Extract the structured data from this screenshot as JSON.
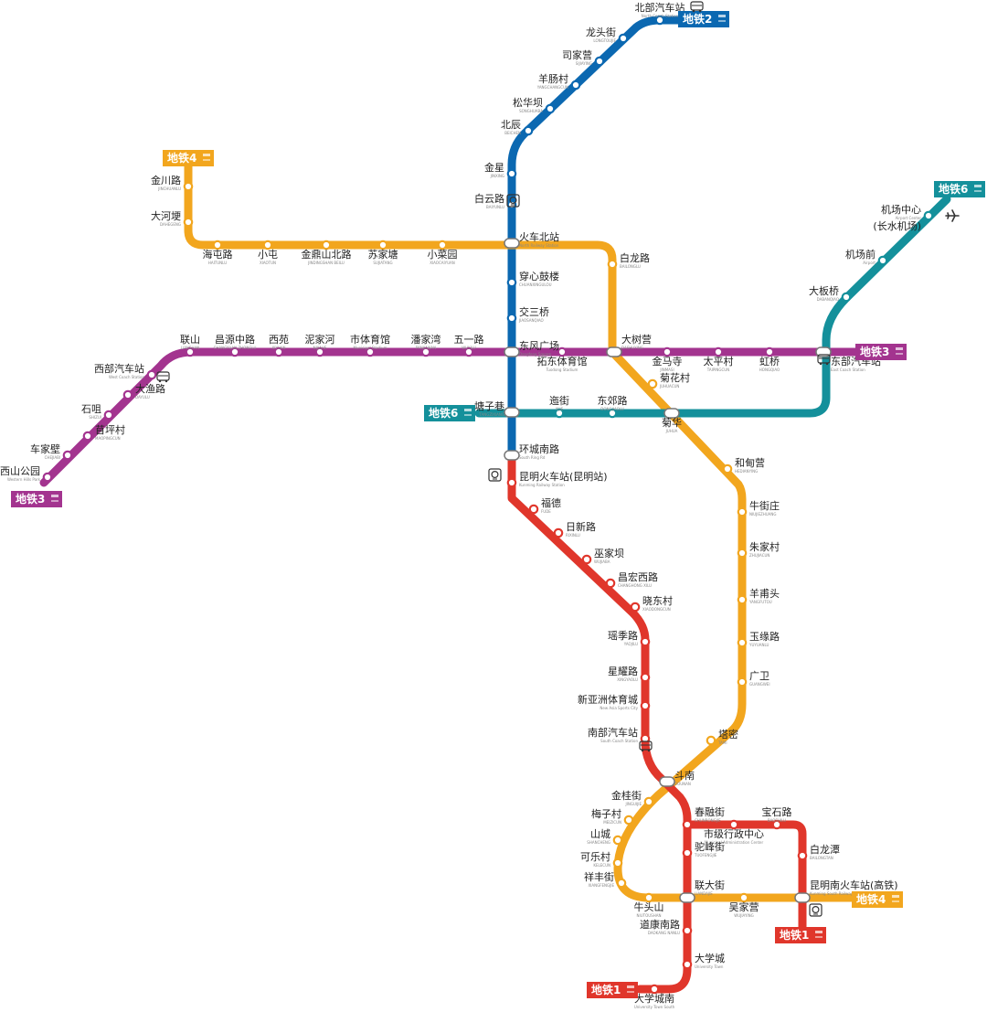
{
  "colors": {
    "line1": "#e0362b",
    "line2": "#0b68b1",
    "line3": "#a3348f",
    "line4": "#f2a61e",
    "line6": "#14909b"
  },
  "badges": [
    {
      "id": "line2-top",
      "line": "line2",
      "label": "地铁2"
    },
    {
      "id": "line4-left",
      "line": "line4",
      "label": "地铁4"
    },
    {
      "id": "line6-top",
      "line": "line6",
      "label": "地铁6"
    },
    {
      "id": "line3-right",
      "line": "line3",
      "label": "地铁3"
    },
    {
      "id": "line6-left",
      "line": "line6",
      "label": "地铁6"
    },
    {
      "id": "line3-left",
      "line": "line3",
      "label": "地铁3"
    },
    {
      "id": "line4-right",
      "line": "line4",
      "label": "地铁4"
    },
    {
      "id": "line1-right",
      "line": "line1",
      "label": "地铁1"
    },
    {
      "id": "line1-bottom",
      "line": "line1",
      "label": "地铁1"
    }
  ],
  "stations": [
    {
      "id": "s-beibuqichezhan",
      "name": "北部汽车站",
      "en": "North Coach Station"
    },
    {
      "id": "s-longtoujie",
      "name": "龙头街",
      "en": "LONGTOUJIE"
    },
    {
      "id": "s-sijiaying",
      "name": "司家营",
      "en": "SIJIAYING"
    },
    {
      "id": "s-yangfangcun",
      "name": "羊肠村",
      "en": "YANGCHANGCUN"
    },
    {
      "id": "s-songhuaba",
      "name": "松华坝",
      "en": "SONGHUABA"
    },
    {
      "id": "s-beichen",
      "name": "北辰",
      "en": "BEICHEN"
    },
    {
      "id": "s-jinxing",
      "name": "金星",
      "en": "JINXING"
    },
    {
      "id": "s-baiyunlu",
      "name": "白云路",
      "en": "BAIYUNLU"
    },
    {
      "id": "s-huochebeizhan",
      "name": "火车北站",
      "en": "North Railway Station"
    },
    {
      "id": "s-chuanxinguloul",
      "name": "穿心鼓楼",
      "en": "CHUANXINGULOU"
    },
    {
      "id": "s-jiaosanqiao",
      "name": "交三桥",
      "en": "JIAOSANQIAO"
    },
    {
      "id": "s-dongfengguangchang",
      "name": "东风广场",
      "en": "Dongfeng Square"
    },
    {
      "id": "s-tangziang",
      "name": "塘子巷",
      "en": "TANGZIXIANG"
    },
    {
      "id": "s-huanchengnanlu",
      "name": "环城南路",
      "en": "South Ring Rd"
    },
    {
      "id": "s-kunminghuochezhan",
      "name": "昆明火车站(昆明站)",
      "en": "Kunming Railway Station"
    },
    {
      "id": "s-jinchuanlu",
      "name": "金川路",
      "en": "JINCHUANLU"
    },
    {
      "id": "s-dahedi",
      "name": "大河埂",
      "en": "DAHEGENG"
    },
    {
      "id": "s-haitunqiao",
      "name": "海屯路",
      "en": "HAITUNLU"
    },
    {
      "id": "s-xiaotun",
      "name": "小屯",
      "en": "XIAOTUN"
    },
    {
      "id": "s-jindingshanbeilu",
      "name": "金鼎山北路",
      "en": "JINDINGSHAN BEILU"
    },
    {
      "id": "s-sujiatang",
      "name": "苏家塘",
      "en": "SUJIATANG"
    },
    {
      "id": "s-xiaocaiyuan",
      "name": "小菜园",
      "en": "XIAOCAIYUAN"
    },
    {
      "id": "s-bailonglu",
      "name": "白龙路",
      "en": "BAILONGLU"
    },
    {
      "id": "s-jichangzhongxin",
      "name": "机场中心",
      "en": "Airport Center"
    },
    {
      "id": "s-changshuijichang",
      "name": "(长水机场)",
      "en": ""
    },
    {
      "id": "s-jichangqian",
      "name": "机场前",
      "en": "Airport"
    },
    {
      "id": "s-dabanqiao",
      "name": "大板桥",
      "en": "DABANQIAO"
    },
    {
      "id": "s-dongbuqichezhan",
      "name": "东部汽车站",
      "en": "East Coach Station"
    },
    {
      "id": "s-dongshan",
      "name": "联山",
      "en": "LIANSHAN"
    },
    {
      "id": "s-changhongzhonglu",
      "name": "昌源中路",
      "en": "CHANGYUAN ZHONGLU"
    },
    {
      "id": "s-xiyuan",
      "name": "西苑",
      "en": "XIYUAN"
    },
    {
      "id": "s-hongjiahe",
      "name": "泥家河",
      "en": "NIJIAHE"
    },
    {
      "id": "s-shitiyuguan",
      "name": "市体育馆",
      "en": "Municipal Stadium"
    },
    {
      "id": "s-tanjiawan",
      "name": "潘家湾",
      "en": "PANJIAWAN"
    },
    {
      "id": "s-wuyilu",
      "name": "五一路",
      "en": "WUYILU"
    },
    {
      "id": "s-tuodongtiyuguan",
      "name": "拓东体育馆",
      "en": "Tuodong Stadium"
    },
    {
      "id": "s-dashuying",
      "name": "大树营",
      "en": "DASHUYING"
    },
    {
      "id": "s-jinmasi",
      "name": "金马寺",
      "en": "JINMASI"
    },
    {
      "id": "s-taipingcun",
      "name": "太平村",
      "en": "TAIPINGCUN"
    },
    {
      "id": "s-hongqiao",
      "name": "虹桥",
      "en": "HONGQIAO"
    },
    {
      "id": "s-xibuqichezhan",
      "name": "西部汽车站",
      "en": "West Coach Station"
    },
    {
      "id": "s-dayulu",
      "name": "大渔路",
      "en": "DAYULU"
    },
    {
      "id": "s-shizui",
      "name": "石咀",
      "en": "SHIZUI"
    },
    {
      "id": "s-maopingcun",
      "name": "苜坪村",
      "en": "MAOPINGCUN"
    },
    {
      "id": "s-chejiabi",
      "name": "车家壁",
      "en": "CHEJIABI"
    },
    {
      "id": "s-xishangongyuan",
      "name": "西山公园",
      "en": "Western Hills Park"
    },
    {
      "id": "s-gongjie",
      "name": "迤街",
      "en": "YIJIE"
    },
    {
      "id": "s-dongjiaolu",
      "name": "东郊路",
      "en": "DONGJIAOLU"
    },
    {
      "id": "s-juhua",
      "name": "菊华",
      "en": "JUHUA"
    },
    {
      "id": "s-juhuacun",
      "name": "菊花村",
      "en": "JUHUACUN"
    },
    {
      "id": "s-liyuan",
      "name": "福德",
      "en": "FUDE"
    },
    {
      "id": "s-rixinlu",
      "name": "日新路",
      "en": "RIXINLU"
    },
    {
      "id": "s-wujiaba",
      "name": "巫家坝",
      "en": "WUJIABA"
    },
    {
      "id": "s-changhongxilu",
      "name": "昌宏西路",
      "en": "CHANGHONG XILU"
    },
    {
      "id": "s-xiaodongcun",
      "name": "晓东村",
      "en": "XIAODONGCUN"
    },
    {
      "id": "s-kuojilu",
      "name": "瑶季路",
      "en": "YAOJILU"
    },
    {
      "id": "s-xingyaolu",
      "name": "星耀路",
      "en": "XINGYAOLU"
    },
    {
      "id": "s-xinyazhoutiyucheng",
      "name": "新亚洲体育城",
      "en": "New Asia Sports City"
    },
    {
      "id": "s-nanbuqichezhan",
      "name": "南部汽车站",
      "en": "South Coach Station"
    },
    {
      "id": "s-heyiying",
      "name": "和甸营",
      "en": "HEDIANYING"
    },
    {
      "id": "s-niujiezhuang",
      "name": "牛街庄",
      "en": "NIUJIEZHUANG"
    },
    {
      "id": "s-zhujiacun",
      "name": "朱家村",
      "en": "ZHUJIACUN"
    },
    {
      "id": "s-yangfutou",
      "name": "羊甫头",
      "en": "YANGFUTOU"
    },
    {
      "id": "s-yuhualu",
      "name": "玉缘路",
      "en": "YUYUANLU"
    },
    {
      "id": "s-guangwei",
      "name": "广卫",
      "en": "GUANGWEI"
    },
    {
      "id": "s-tami",
      "name": "塔密",
      "en": "TAMI"
    },
    {
      "id": "s-dounan",
      "name": "斗南",
      "en": "DOUNAN"
    },
    {
      "id": "s-jingguijie",
      "name": "金桂街",
      "en": "JINGUIJIE"
    },
    {
      "id": "s-meizicun",
      "name": "梅子村",
      "en": "MEIZICUN"
    },
    {
      "id": "s-shancheng",
      "name": "山城",
      "en": "SHANCHENG"
    },
    {
      "id": "s-kelecun",
      "name": "可乐村",
      "en": "KELECUN"
    },
    {
      "id": "s-xiangfengjie",
      "name": "祥丰街",
      "en": "XIANGFENGJIE"
    },
    {
      "id": "s-niutoushan",
      "name": "牛头山",
      "en": "NIUTOUSHAN"
    },
    {
      "id": "s-chunrongjie",
      "name": "春融街",
      "en": "CHUNRONGJIE"
    },
    {
      "id": "s-shijixingzhengzhongxin",
      "name": "市级行政中心",
      "en": "Municipal Administration Center"
    },
    {
      "id": "s-tuofengjie",
      "name": "驼峰街",
      "en": "TUOFENGJIE"
    },
    {
      "id": "s-chengdajie",
      "name": "联大街",
      "en": "LIANDAJIE"
    },
    {
      "id": "s-wujiaying",
      "name": "吴家营",
      "en": "WUJIAYING"
    },
    {
      "id": "s-yiqiming",
      "name": "宝石路",
      "en": "BAOSHILU"
    },
    {
      "id": "s-bailongtan",
      "name": "白龙潭",
      "en": "BAILONGTAN"
    },
    {
      "id": "s-kunmingnanhuochezhan",
      "name": "昆明南火车站(高铁)",
      "en": "Kunming South Railway Station"
    },
    {
      "id": "s-daokangnanlu",
      "name": "道康南路",
      "en": "DAOKANG NANLU"
    },
    {
      "id": "s-daxuecheng",
      "name": "大学城",
      "en": "University Town"
    },
    {
      "id": "s-daxuechengnan",
      "name": "大学城南",
      "en": "University Town South"
    }
  ]
}
